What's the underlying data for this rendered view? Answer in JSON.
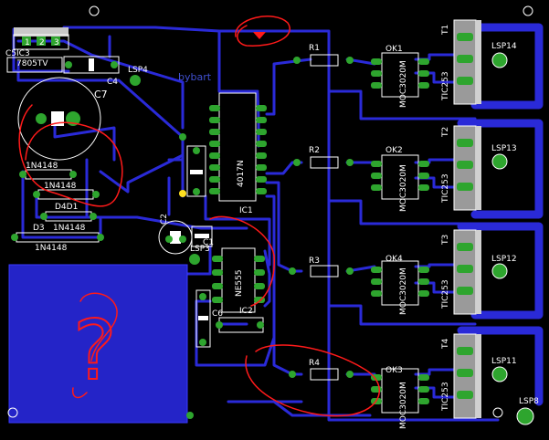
{
  "colors": {
    "background": "#000000",
    "trace": "#2a2ad8",
    "trace_dark": "#1c1cb0",
    "pad": "#2ea52e",
    "pad_dark": "#1f7a1f",
    "silk": "#ffffff",
    "marker": "#ff1a1a",
    "pour": "#2424c8"
  },
  "labels": {
    "ic3": "IC3",
    "c5": "C5",
    "reg": "7805TV",
    "reg_pins": [
      "1",
      "2",
      "3"
    ],
    "c4": "C4",
    "c7": "C7",
    "lsp4": "LSP4",
    "lsp3": "LSP3",
    "bybart": "bybart",
    "d1": "1N4148",
    "d2": "1N4148",
    "d3": "D3",
    "d3b": "1N4148",
    "d4": "D4D1",
    "d4b": "1N4148",
    "ic1": "IC1",
    "ic1_part": "4017N",
    "ic2": "IC2",
    "ic2_part": "NE555",
    "c2": "C2",
    "c1": "C1",
    "c3": "C3",
    "c6": "C6",
    "r1": "R1",
    "r2": "R2",
    "r3": "R3",
    "r4": "R4",
    "ok1": "OK1",
    "ok2": "OK2",
    "ok3": "OK3",
    "ok4": "OK4",
    "moc": "MOC3020M",
    "tic": "TIC253",
    "t1": "T1",
    "t2": "T2",
    "t3": "T3",
    "t4": "T4",
    "lsp14": "LSP14",
    "lsp13": "LSP13",
    "lsp12": "LSP12",
    "lsp11": "LSP11",
    "lsp8": "LSP8",
    "annotation_mark": "?"
  }
}
